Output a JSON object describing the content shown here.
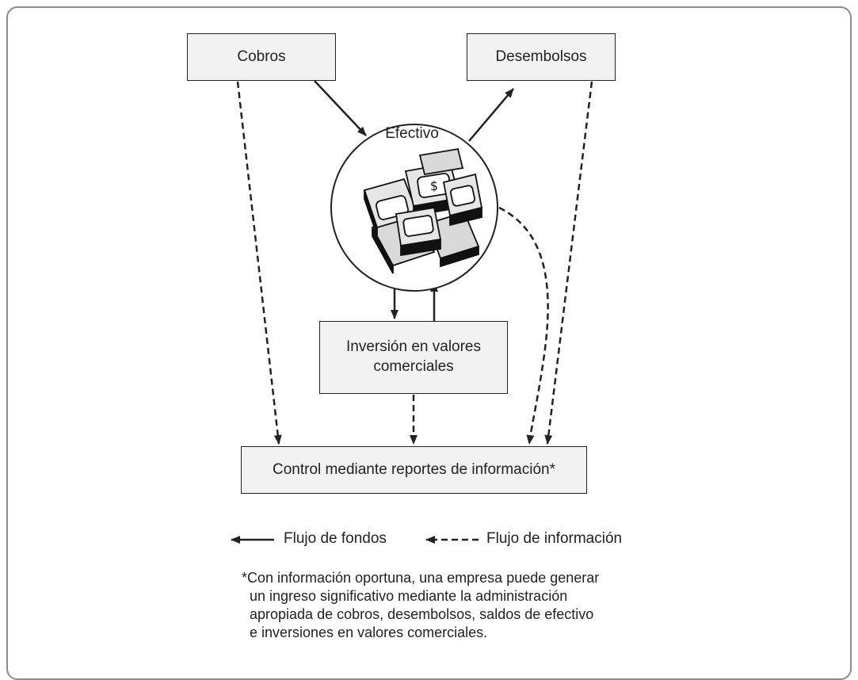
{
  "boxes": {
    "cobros": "Cobros",
    "desembolsos": "Desembolsos",
    "inversion": "Inversión en valores comerciales",
    "control": "Control mediante reportes de información*"
  },
  "cash": {
    "label": "Efectivo",
    "image_icon": "money-stack-icon"
  },
  "legend": {
    "funds": "Flujo de fondos",
    "information": "Flujo de información"
  },
  "footnote": {
    "lines": [
      "*Con información oportuna, una empresa puede generar",
      "un ingreso significativo mediante la administración",
      "apropiada de cobros, desembolsos, saldos de efectivo",
      "e inversiones en valores comerciales."
    ]
  }
}
